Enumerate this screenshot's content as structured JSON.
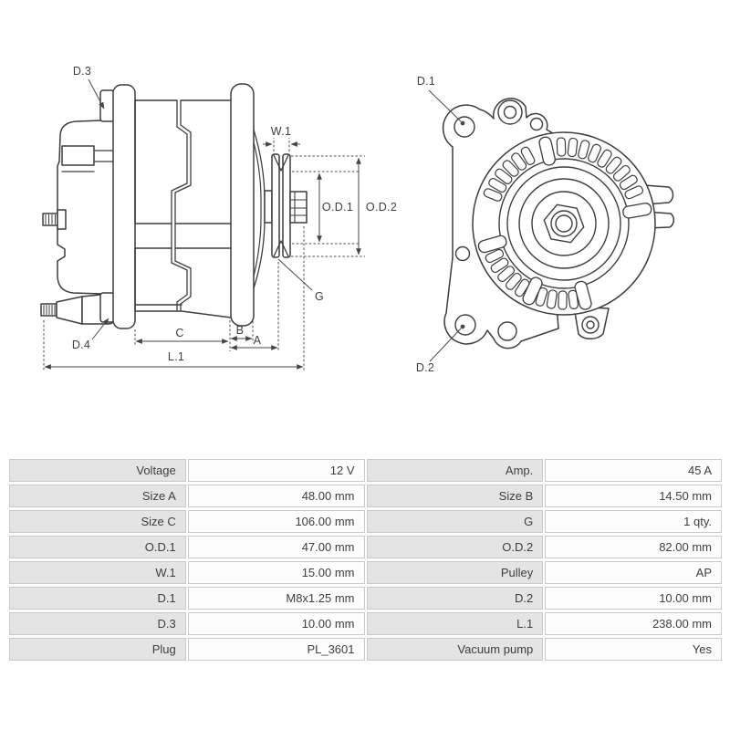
{
  "diagram": {
    "side_view": {
      "labels": {
        "d3": "D.3",
        "d4": "D.4",
        "w1": "W.1",
        "od1": "O.D.1",
        "od2": "O.D.2",
        "g": "G",
        "c": "C",
        "b": "B",
        "a": "A",
        "l1": "L.1"
      }
    },
    "front_view": {
      "labels": {
        "d1": "D.1",
        "d2": "D.2"
      }
    }
  },
  "spec_table": {
    "rows": [
      {
        "label1": "Voltage",
        "value1": "12 V",
        "label2": "Amp.",
        "value2": "45 A"
      },
      {
        "label1": "Size A",
        "value1": "48.00 mm",
        "label2": "Size B",
        "value2": "14.50 mm"
      },
      {
        "label1": "Size C",
        "value1": "106.00 mm",
        "label2": "G",
        "value2": "1 qty."
      },
      {
        "label1": "O.D.1",
        "value1": "47.00 mm",
        "label2": "O.D.2",
        "value2": "82.00 mm"
      },
      {
        "label1": "W.1",
        "value1": "15.00 mm",
        "label2": "Pulley",
        "value2": "AP"
      },
      {
        "label1": "D.1",
        "value1": "M8x1.25 mm",
        "label2": "D.2",
        "value2": "10.00 mm"
      },
      {
        "label1": "D.3",
        "value1": "10.00 mm",
        "label2": "L.1",
        "value2": "238.00 mm"
      },
      {
        "label1": "Plug",
        "value1": "PL_3601",
        "label2": "Vacuum pump",
        "value2": "Yes"
      }
    ]
  },
  "colors": {
    "line": "#3d3d3d",
    "dim_line": "#4a4a4a",
    "label_text": "#3f3f3f",
    "table_label_bg": "#e4e4e4",
    "table_value_bg": "#fdfdfd",
    "table_border": "#c9c9c9",
    "table_text": "#3e3e3e",
    "page_bg": "#ffffff"
  }
}
